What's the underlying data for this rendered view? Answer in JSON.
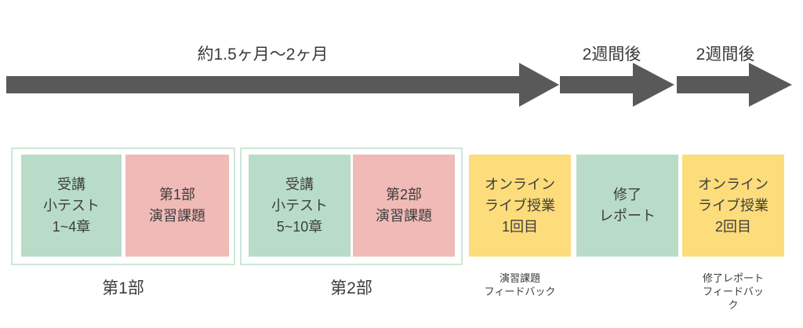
{
  "colors": {
    "green": "#b8dcc8",
    "pink": "#f0bab6",
    "yellow": "#fcdc7b",
    "arrow": "#595959",
    "group_border": "#cde7d8",
    "text": "#3d3d3d"
  },
  "timeline": {
    "duration_label_1": "約1.5ヶ月〜2ヶ月",
    "duration_label_2": "2週間後",
    "duration_label_3": "2週間後"
  },
  "phase1": {
    "box_lecture": "受講\n小テスト\n1~4章",
    "box_exercise": "第1部\n演習課題",
    "caption": "第1部"
  },
  "phase2": {
    "box_lecture": "受講\n小テスト\n5~10章",
    "box_exercise": "第2部\n演習課題",
    "caption": "第2部"
  },
  "live_session_1": {
    "box": "オンライン\nライブ授業\n1回目",
    "caption": "演習課題\nフィードバック"
  },
  "final_report": {
    "box": "修了\nレポート"
  },
  "live_session_2": {
    "box": "オンライン\nライブ授業\n2回目",
    "caption": "修了レポート\nフィードバック"
  }
}
